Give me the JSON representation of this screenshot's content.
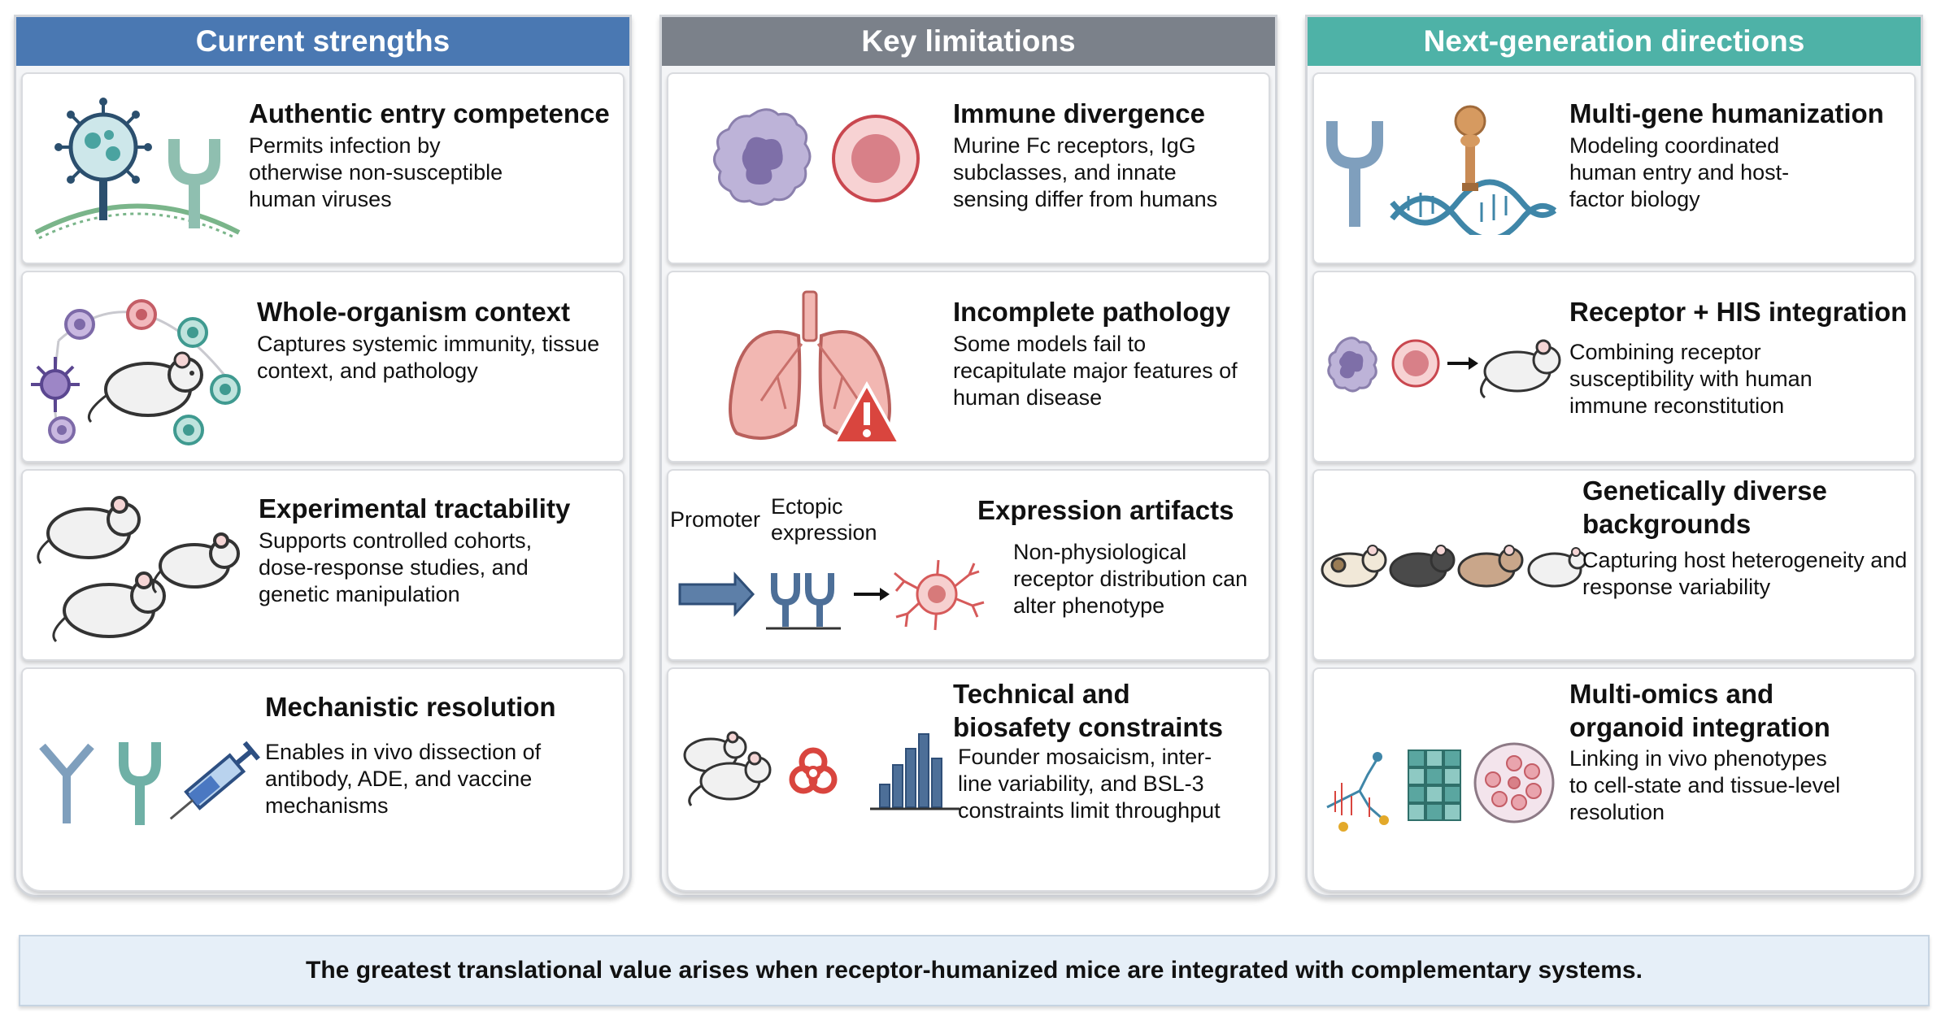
{
  "columns": [
    {
      "header": "Current strengths",
      "cards": [
        {
          "title": "Authentic entry competence",
          "desc": "Permits infection by otherwise non-susceptible human viruses"
        },
        {
          "title": "Whole-organism context",
          "desc": "Captures systemic immunity, tissue context, and pathology"
        },
        {
          "title": "Experimental tractability",
          "desc": "Supports controlled cohorts, dose-response studies, and genetic manipulation"
        },
        {
          "title": "Mechanistic resolution",
          "desc": "Enables in vivo dissection of antibody, ADE, and vaccine mechanisms"
        }
      ]
    },
    {
      "header": "Key limitations",
      "cards": [
        {
          "title": "Immune divergence",
          "desc": "Murine Fc receptors, IgG subclasses, and innate sensing differ from humans"
        },
        {
          "title": "Incomplete pathology",
          "desc": "Some models fail to recapitulate major features of human disease"
        },
        {
          "title": "Expression artifacts",
          "desc": "Non-physiological receptor distribution can alter phenotype",
          "label_promoter": "Promoter",
          "label_ectopic": "Ectopic expression"
        },
        {
          "title": "Technical and biosafety constraints",
          "desc": "Founder mosaicism, inter-line variability, and BSL-3 constraints limit throughput"
        }
      ]
    },
    {
      "header": "Next-generation directions",
      "cards": [
        {
          "title": "Multi-gene humanization",
          "desc": "Modeling coordinated human entry and host-factor biology"
        },
        {
          "title": "Receptor + HIS integration",
          "desc": "Combining receptor susceptibility with human immune reconstitution"
        },
        {
          "title": "Genetically diverse backgrounds",
          "desc": "Capturing host heterogeneity and response variability"
        },
        {
          "title": "Multi-omics and organoid integration",
          "desc": "Linking in vivo phenotypes to cell-state and tissue-level resolution"
        }
      ]
    }
  ],
  "banner": "The greatest translational value arises when receptor-humanized mice are integrated with complementary systems.",
  "colors": {
    "strengths": "#4a78b2",
    "limitations": "#7b818a",
    "directions": "#4eb2a7",
    "banner_bg": "#e6eff8"
  }
}
